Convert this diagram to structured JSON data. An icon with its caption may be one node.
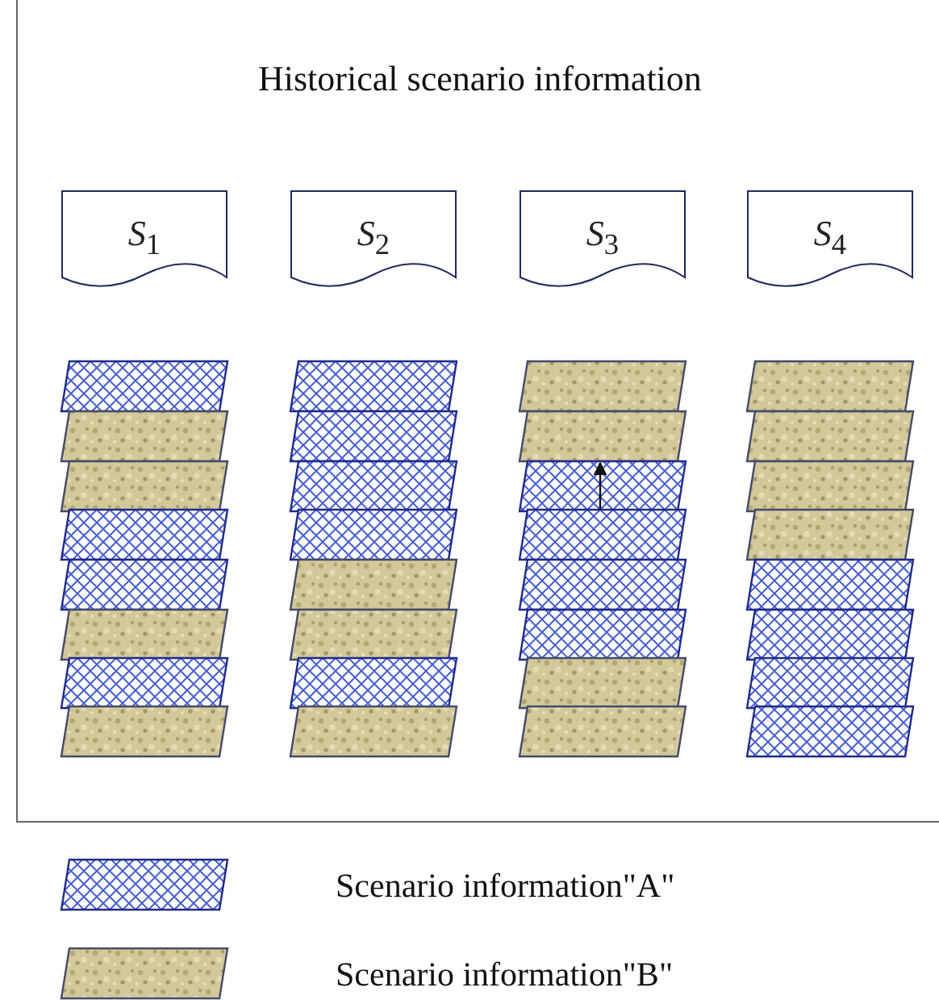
{
  "diagram": {
    "title": "Historical scenario information",
    "nodes": [
      {
        "text": [
          "*S*$_{1}$"
        ]
      },
      {
        "text": [
          "*S*$_{2}$"
        ]
      },
      {
        "text": [
          "*S*$_{3}$"
        ]
      },
      {
        "text": [
          "*S*$_{4}$"
        ]
      }
    ],
    "edges": [],
    "legend": [
      {
        "text": "Scenario information\"A\""
      },
      {
        "text": "Scenario information\"B\""
      }
    ]
  }
}
